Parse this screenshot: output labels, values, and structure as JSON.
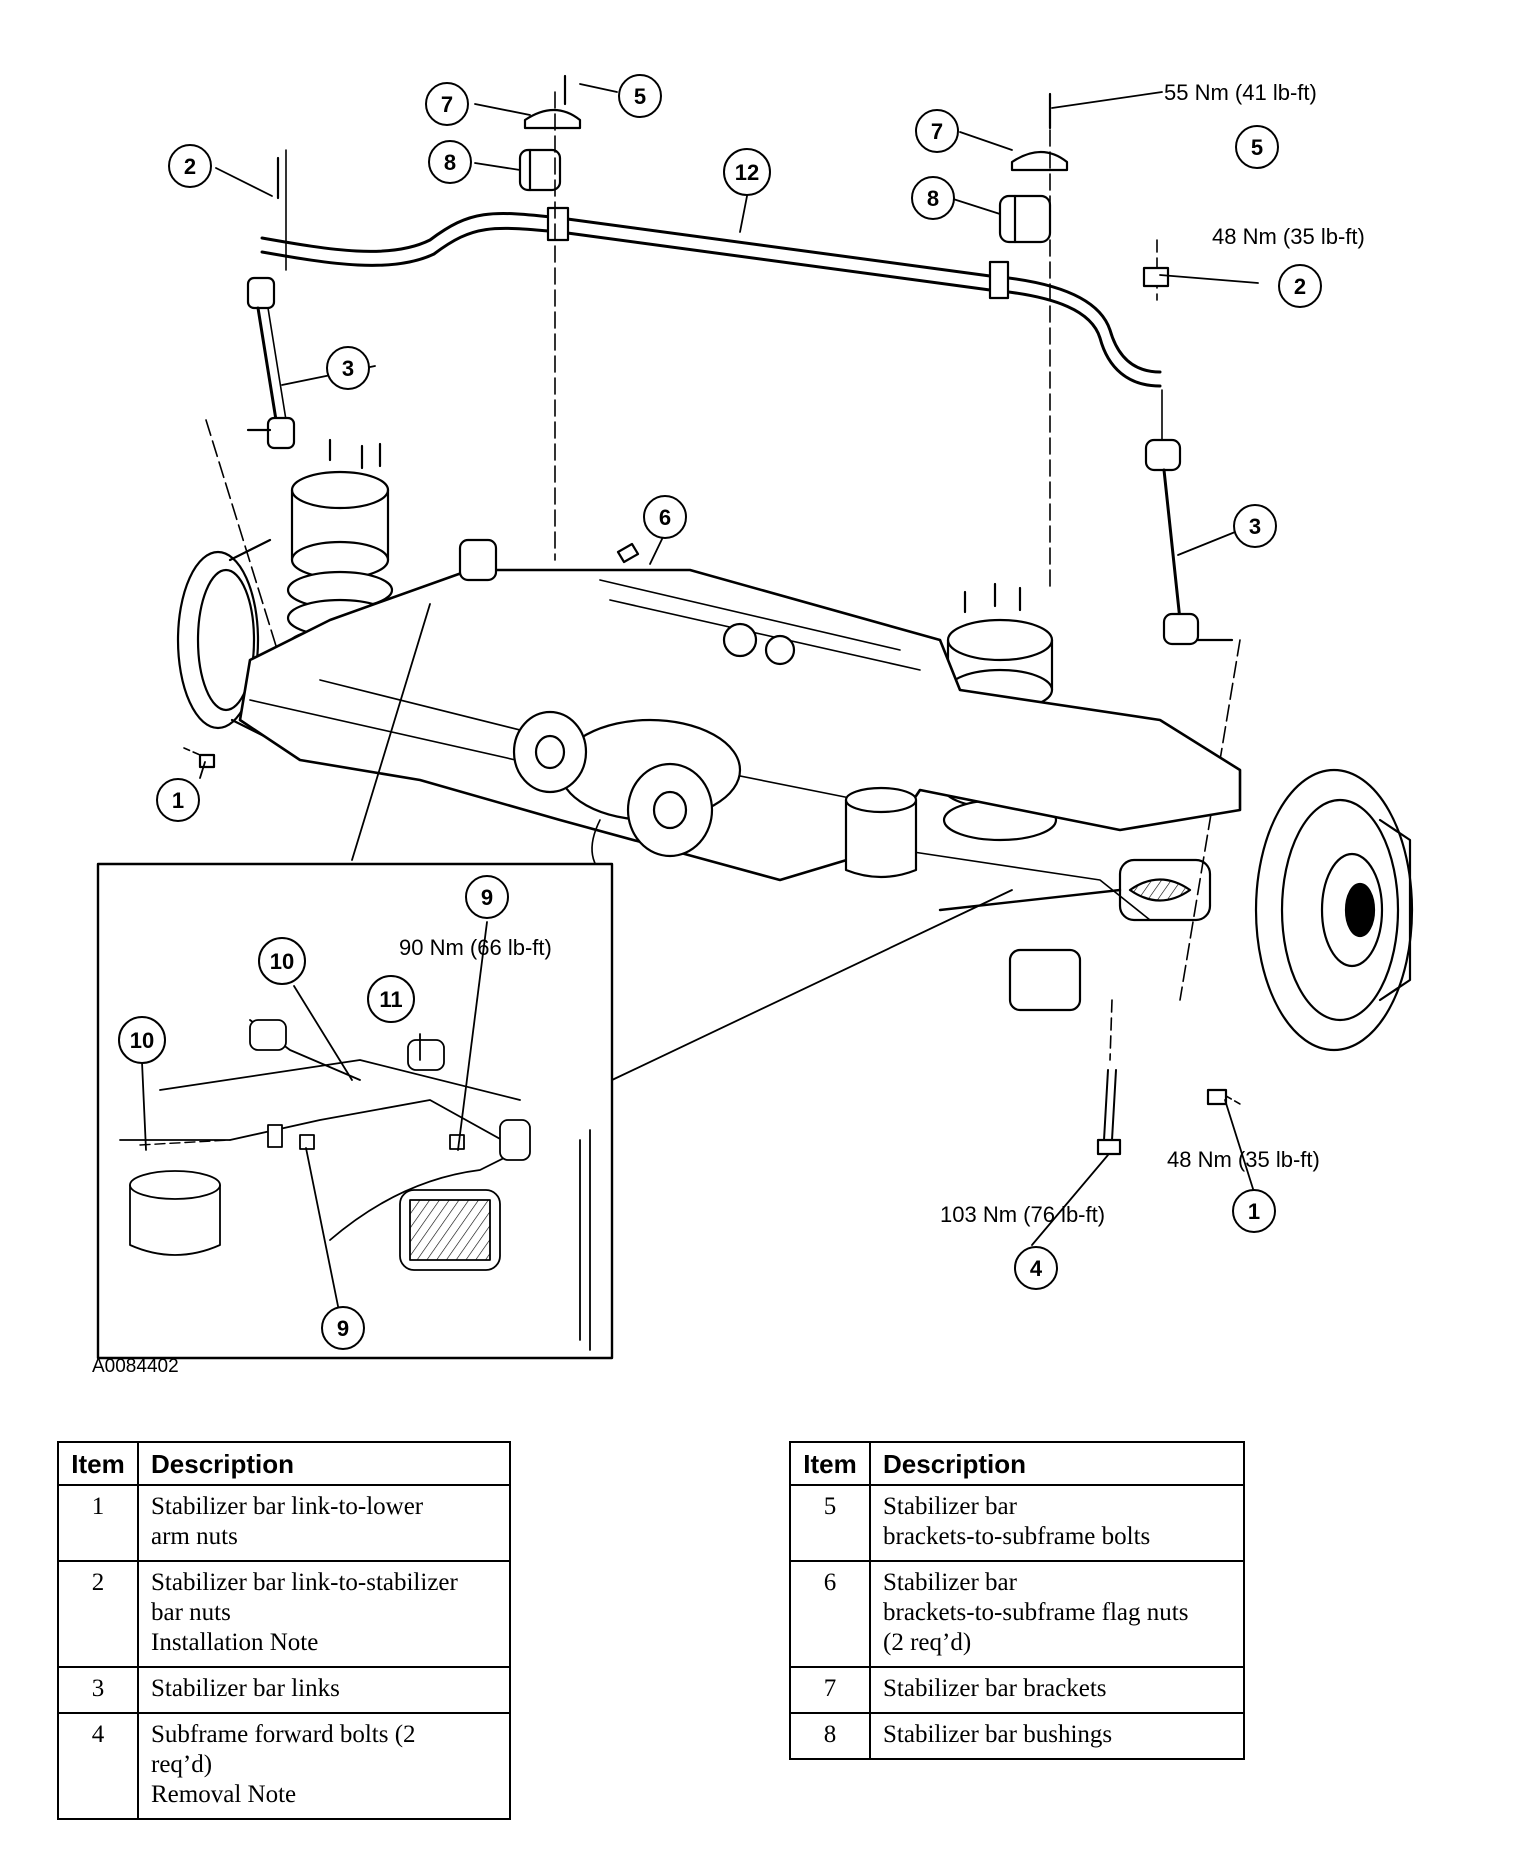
{
  "figure": {
    "id_label": "A0084402",
    "callouts": {
      "c1a": "1",
      "c1b": "1",
      "c2a": "2",
      "c2b": "2",
      "c3a": "3",
      "c3b": "3",
      "c4": "4",
      "c5a": "5",
      "c5b": "5",
      "c6": "6",
      "c7a": "7",
      "c7b": "7",
      "c8a": "8",
      "c8b": "8",
      "c9a": "9",
      "c9b": "9",
      "c10a": "10",
      "c10b": "10",
      "c11": "11",
      "c12": "12"
    },
    "torques": {
      "t5": "55 Nm (41 lb-ft)",
      "t2": "48 Nm (35 lb-ft)",
      "t1": "48 Nm (35 lb-ft)",
      "t4": "103 Nm (76 lb-ft)",
      "t9": "90 Nm (66 lb-ft)"
    }
  },
  "tables": {
    "left": {
      "header_item": "Item",
      "header_description": "Description",
      "rows": [
        {
          "item": "1",
          "lines": [
            "Stabilizer bar link-to-lower",
            "arm nuts"
          ]
        },
        {
          "item": "2",
          "lines": [
            "Stabilizer bar link-to-stabilizer",
            "bar nuts",
            "Installation Note"
          ]
        },
        {
          "item": "3",
          "lines": [
            "Stabilizer bar links"
          ]
        },
        {
          "item": "4",
          "lines": [
            "Subframe forward bolts (2",
            "req’d)",
            "Removal Note"
          ]
        }
      ]
    },
    "right": {
      "header_item": "Item",
      "header_description": "Description",
      "rows": [
        {
          "item": "5",
          "lines": [
            "Stabilizer bar",
            "brackets-to-subframe bolts"
          ]
        },
        {
          "item": "6",
          "lines": [
            "Stabilizer bar",
            "brackets-to-subframe flag nuts",
            "(2 req’d)"
          ]
        },
        {
          "item": "7",
          "lines": [
            "Stabilizer bar brackets"
          ]
        },
        {
          "item": "8",
          "lines": [
            "Stabilizer bar bushings"
          ]
        }
      ]
    }
  }
}
